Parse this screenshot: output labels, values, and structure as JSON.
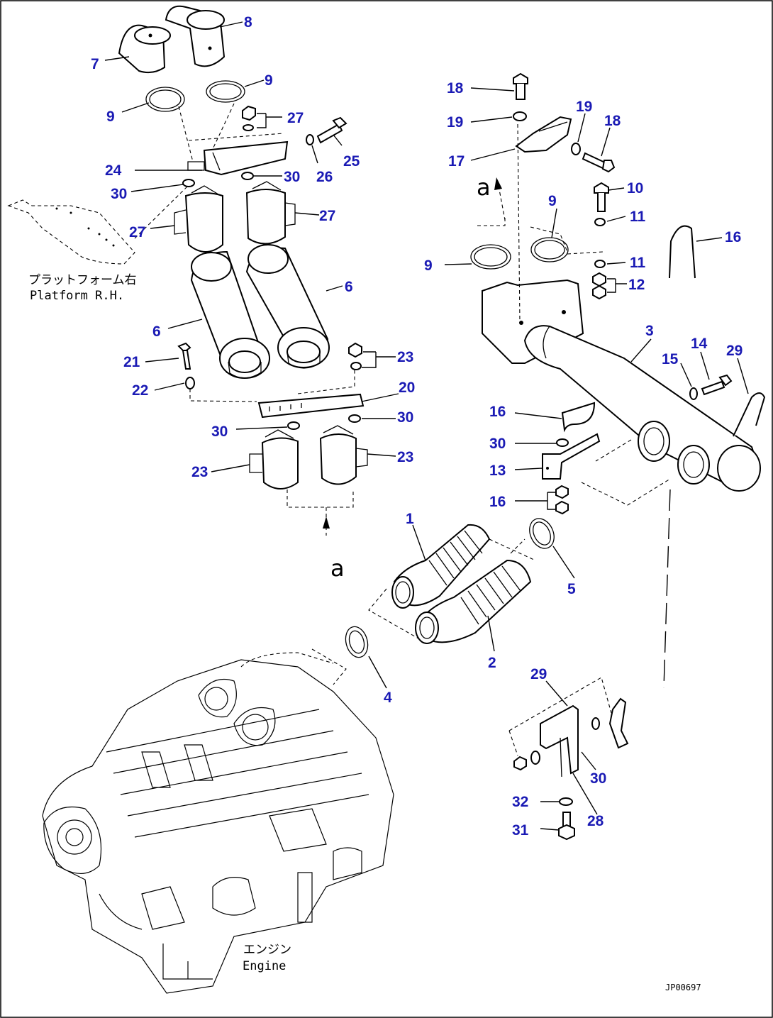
{
  "callouts": {
    "c1": "1",
    "c2": "2",
    "c3": "3",
    "c4": "4",
    "c5": "5",
    "c6a": "6",
    "c6b": "6",
    "c7": "7",
    "c8": "8",
    "c9a": "9",
    "c9b": "9",
    "c9c": "9",
    "c9d": "9",
    "c10": "10",
    "c11a": "11",
    "c11b": "11",
    "c12": "12",
    "c13": "13",
    "c14": "14",
    "c15": "15",
    "c16a": "16",
    "c16b": "16",
    "c16c": "16",
    "c17": "17",
    "c18a": "18",
    "c18b": "18",
    "c19a": "19",
    "c19b": "19",
    "c20": "20",
    "c21": "21",
    "c22": "22",
    "c23a": "23",
    "c23b": "23",
    "c23c": "23",
    "c24": "24",
    "c25": "25",
    "c26": "26",
    "c27a": "27",
    "c27b": "27",
    "c27c": "27",
    "c28": "28",
    "c29a": "29",
    "c29b": "29",
    "c30a": "30",
    "c30b": "30",
    "c30c": "30",
    "c30d": "30",
    "c30e": "30",
    "c30f": "30",
    "c31": "31",
    "c32": "32"
  },
  "annotations": {
    "platform_jp": "プラットフォーム右",
    "platform_en": "Platform R.H.",
    "engine_jp": "エンジン",
    "engine_en": "Engine",
    "view_a_top": "a",
    "view_a_bottom": "a",
    "drawing_code": "JP00697"
  },
  "colors": {
    "callout": "#1a1ab4",
    "linework": "#000000",
    "background": "#ffffff"
  }
}
